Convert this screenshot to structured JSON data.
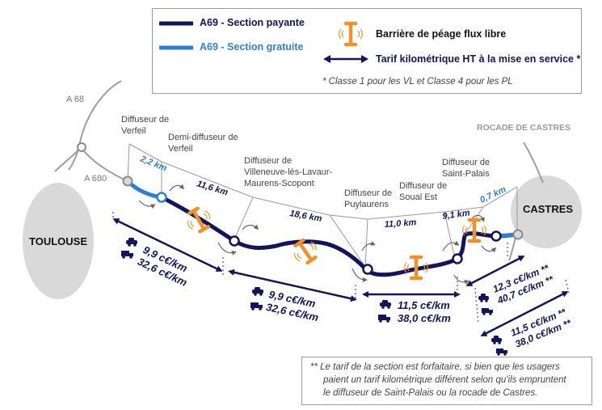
{
  "legend": {
    "paid_section": "A69 - Section payante",
    "free_section": "A69 - Section gratuite",
    "toll_barrier": "Barrière de péage flux libre",
    "km_tariff": "Tarif kilométrique HT à la mise en service *",
    "class_note": "* Classe 1 pour les VL et Classe 4 pour les PL"
  },
  "colors": {
    "paid": "#12145c",
    "free": "#2e7fd4",
    "toll": "#f0922b",
    "city": "#d9d9d9",
    "roads": "#9e9e9e",
    "label_grey": "#555555"
  },
  "roads": {
    "a68": "A 68",
    "a680": "A 680",
    "rocade": "ROCADE DE CASTRES"
  },
  "cities": {
    "toulouse": "TOULOUSE",
    "castres": "CASTRES"
  },
  "interchanges": {
    "verfeil_1": "Diffuseur de",
    "verfeil_2": "Verfeil",
    "demi_1": "Demi-diffuseur de",
    "demi_2": "Verfeil",
    "villeneuve_1": "Diffuseur de",
    "villeneuve_2": "Villeneuve-lès-Lavaur-",
    "villeneuve_3": "Maurens-Scopont",
    "puylaurens_1": "Diffuseur de",
    "puylaurens_2": "Puylaurens",
    "soual_1": "Diffuseur de",
    "soual_2": "Soual Est",
    "stpalais_1": "Diffuseur de",
    "stpalais_2": "Saint-Palais"
  },
  "distances": {
    "d1": "2,2 km",
    "d2": "11,6 km",
    "d3": "18,6 km",
    "d4": "11,0 km",
    "d5": "9,1 km",
    "d6": "0,7 km"
  },
  "tariffs": {
    "t1_vl": "9,9 c€/km",
    "t1_pl": "32,6 c€/km",
    "t2_vl": "9,9 c€/km",
    "t2_pl": "32,6 c€/km",
    "t3_vl": "11,5 c€/km",
    "t3_pl": "38,0 c€/km",
    "t4_vl": "12,3 c€/km **",
    "t4_pl": "40,7 c€/km **",
    "t5_vl": "11,5 c€/km **",
    "t5_pl": "38,0 c€/km **"
  },
  "footnote": {
    "line1": "** Le tarif de la section est forfaitaire, si bien que les usagers",
    "line2": "paient un tarif kilométrique différent selon qu'ils empruntent",
    "line3": "le diffuseur de Saint-Palais ou la rocade de Castres."
  }
}
